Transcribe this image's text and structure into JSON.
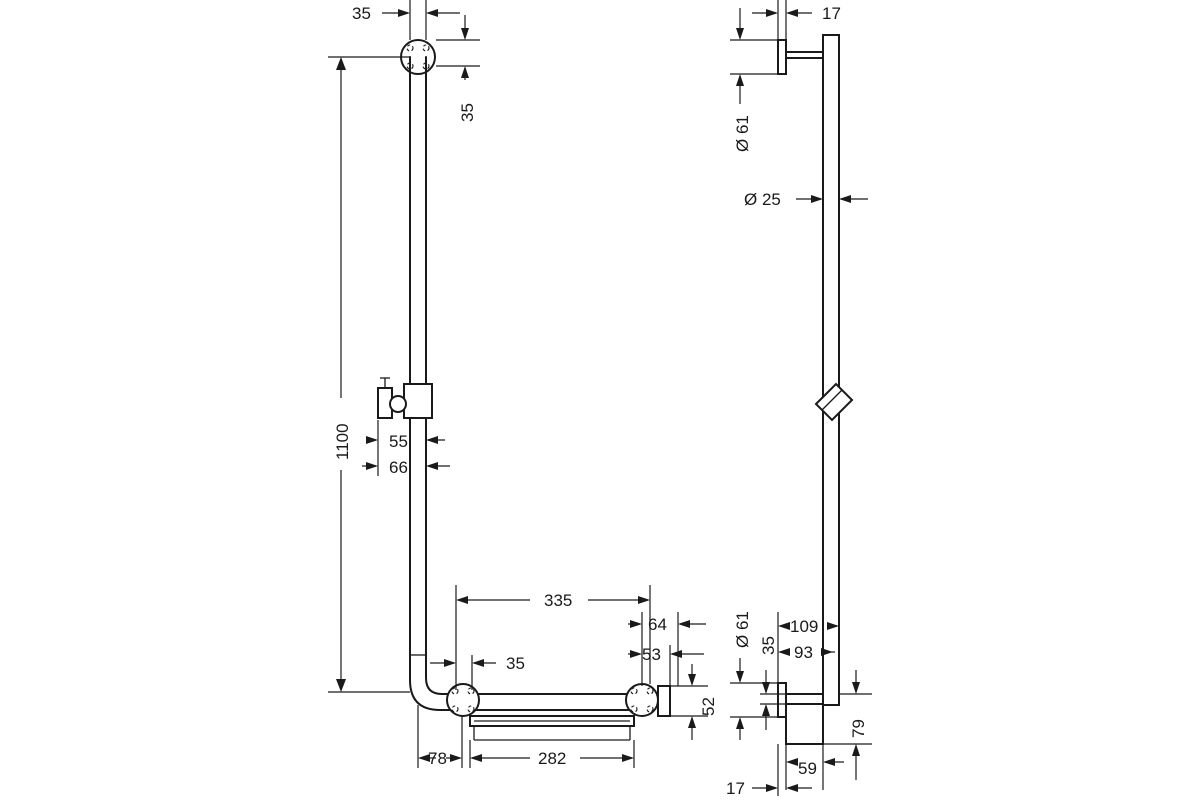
{
  "dimensions": {
    "top_offset_width": "35",
    "top_offset_height": "35",
    "total_height": "1100",
    "holder_55": "55",
    "holder_66": "66",
    "width_335": "335",
    "bend_35": "35",
    "depth_64": "64",
    "depth_53": "53",
    "height_52": "52",
    "offset_78": "78",
    "shelf_282": "282",
    "side_17_top": "17",
    "rosette_61_top": "Ø 61",
    "bar_diameter_25": "Ø 25",
    "rosette_61_bottom": "Ø 61",
    "side_35": "35",
    "side_109": "109",
    "side_93": "93",
    "side_79": "79",
    "side_59": "59",
    "side_17_bottom": "17"
  }
}
